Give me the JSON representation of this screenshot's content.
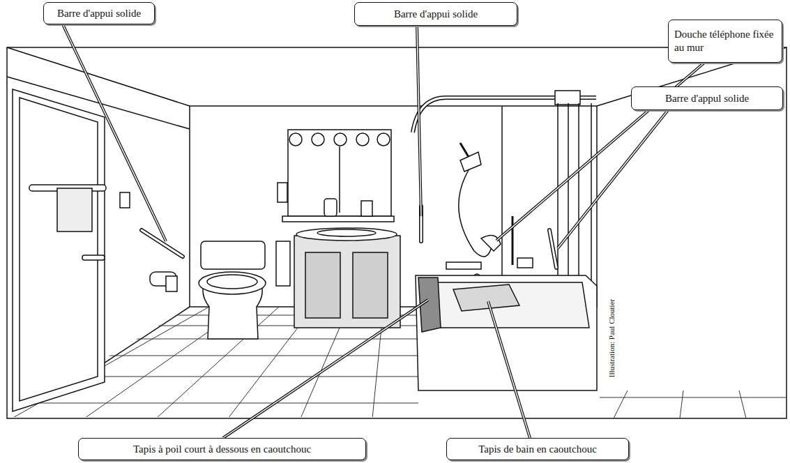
{
  "diagram": {
    "nodes": [
      {
        "text": [
          "Barre d'appui solide"
        ]
      },
      {
        "text": [
          "Barre d'appui solide"
        ]
      },
      {
        "text": [
          "Douche téléphone fixée au mur"
        ]
      },
      {
        "text": [
          "Barre d'appul solide"
        ]
      },
      {
        "text": [
          "Tapis à poil court à dessous en caoutchouc"
        ]
      },
      {
        "text": [
          "Tapis de bain en caoutchouc"
        ]
      }
    ],
    "labels": [
      "Illustration: Paul Cloutier"
    ]
  }
}
